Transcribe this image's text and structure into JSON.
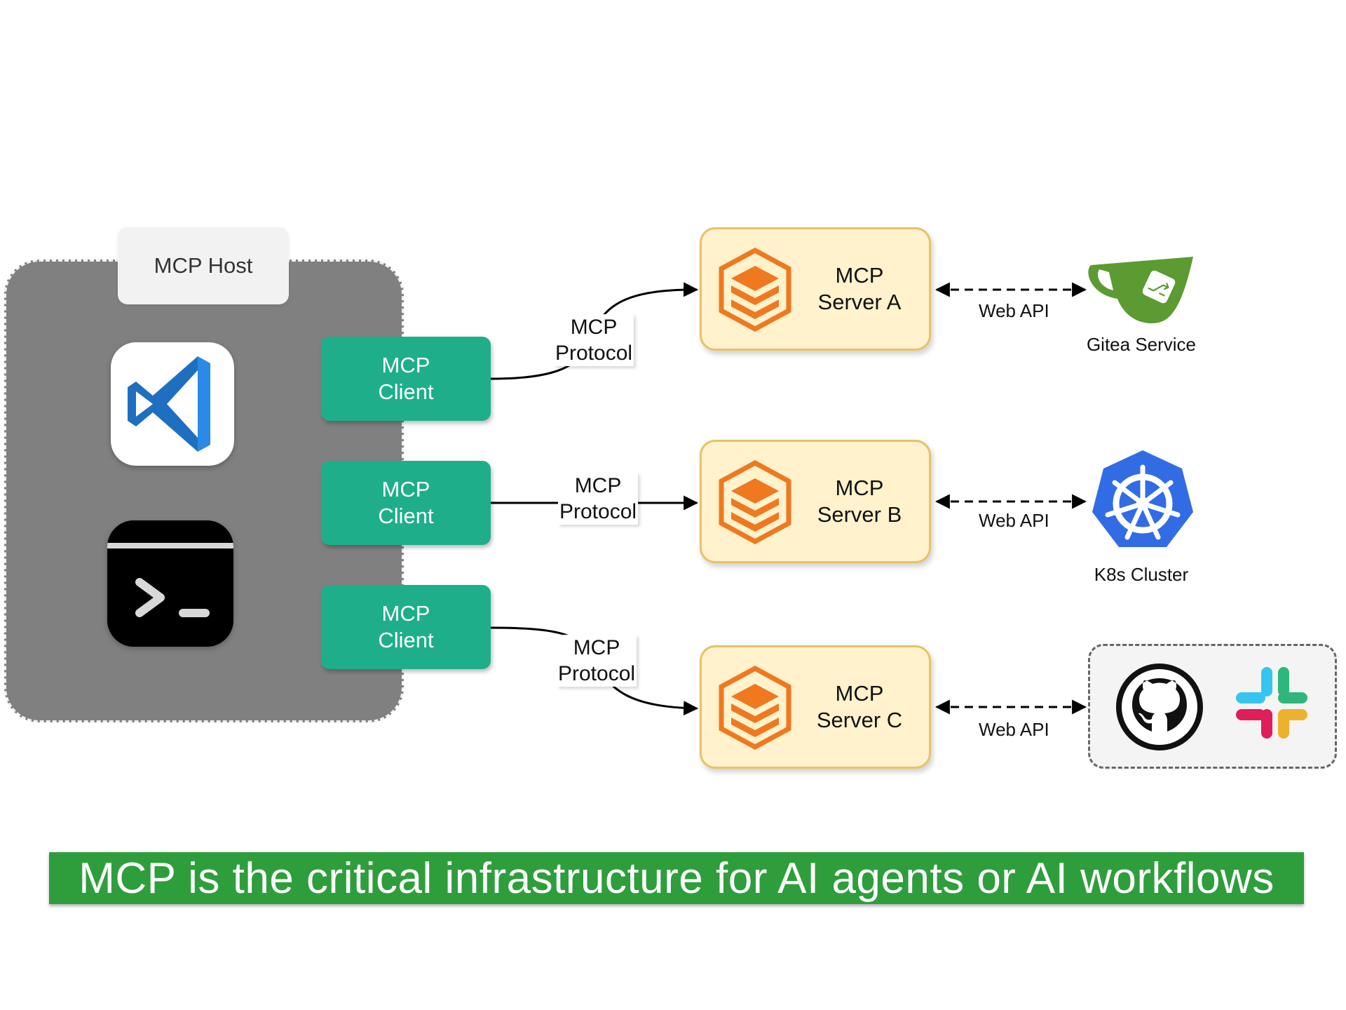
{
  "host": {
    "label": "MCP Host",
    "apps": [
      "vscode-icon",
      "terminal-icon"
    ]
  },
  "clients": [
    {
      "label": "MCP\nClient"
    },
    {
      "label": "MCP\nClient"
    },
    {
      "label": "MCP\nClient"
    }
  ],
  "protocols": [
    {
      "label": "MCP\nProtocol"
    },
    {
      "label": "MCP\nProtocol"
    },
    {
      "label": "MCP\nProtocol"
    }
  ],
  "servers": [
    {
      "label": "MCP\nServer A"
    },
    {
      "label": "MCP\nServer B"
    },
    {
      "label": "MCP\nServer C"
    }
  ],
  "web_api": [
    {
      "label": "Web API"
    },
    {
      "label": "Web API"
    },
    {
      "label": "Web API"
    }
  ],
  "services": [
    {
      "label": "Gitea Service",
      "icon": "gitea-icon"
    },
    {
      "label": "K8s Cluster",
      "icon": "kubernetes-icon"
    },
    {
      "label": "",
      "icons": [
        "github-icon",
        "slack-icon"
      ]
    }
  ],
  "banner": {
    "text": "MCP is the critical infrastructure for AI agents or AI workflows"
  },
  "colors": {
    "host_bg": "#808080",
    "client_bg": "#1eaf8a",
    "server_bg": "#fff2cc",
    "server_border": "#e8c266",
    "banner_bg": "#2e9e3c",
    "server_icon": "#f0781e"
  }
}
